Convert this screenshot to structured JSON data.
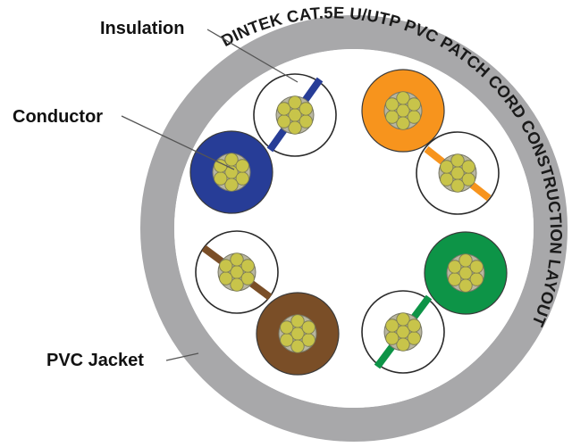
{
  "labels": {
    "insulation": "Insulation",
    "conductor": "Conductor",
    "jacket": "PVC Jacket"
  },
  "jacket_text": "DINTEK CAT.5E U/UTP PVC PATCH CORD CONSTRUCTION LAYOUT",
  "colors": {
    "jacket": "#a8a8aa",
    "blue": "#273d97",
    "orange": "#f7941d",
    "green": "#0d9447",
    "brown": "#7a4e27",
    "strand": "#c8c44a"
  },
  "pairs": [
    {
      "name": "blue",
      "solid": "blue",
      "stripe": "blue"
    },
    {
      "name": "orange",
      "solid": "orange",
      "stripe": "orange"
    },
    {
      "name": "green",
      "solid": "green",
      "stripe": "green"
    },
    {
      "name": "brown",
      "solid": "brown",
      "stripe": "brown"
    }
  ]
}
